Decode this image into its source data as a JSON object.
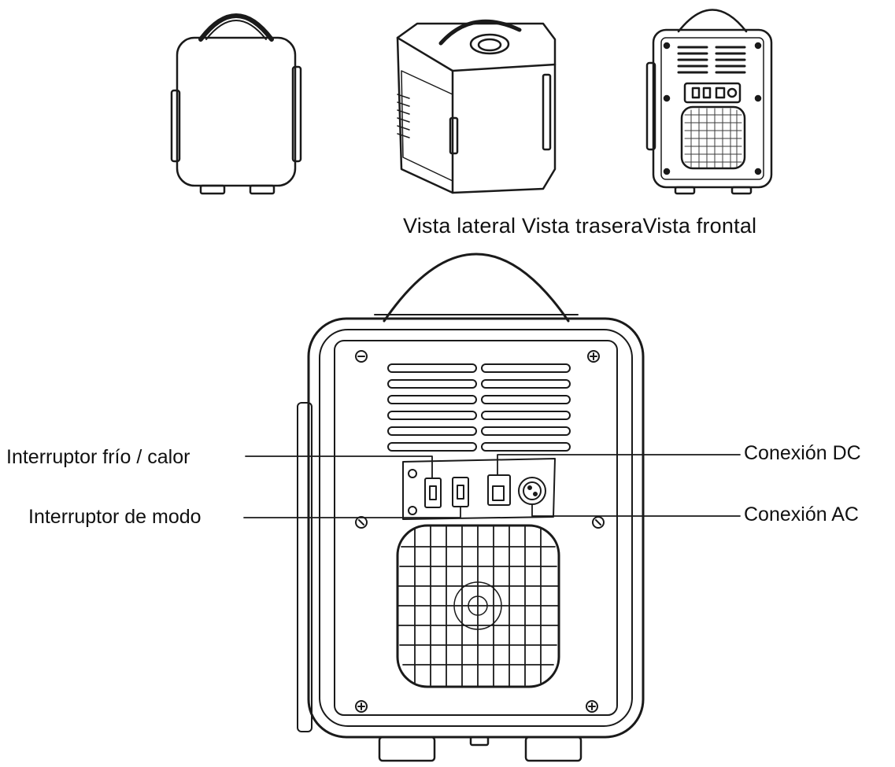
{
  "views_caption": "Vista lateral Vista traseraVista frontal",
  "callouts": {
    "hot_cold_switch": "Interruptor frío / calor",
    "mode_switch": "Interruptor de modo",
    "dc_connection": "Conexión DC",
    "ac_connection": "Conexión AC"
  },
  "colors": {
    "line": "#1a1a1a",
    "background": "#ffffff"
  }
}
